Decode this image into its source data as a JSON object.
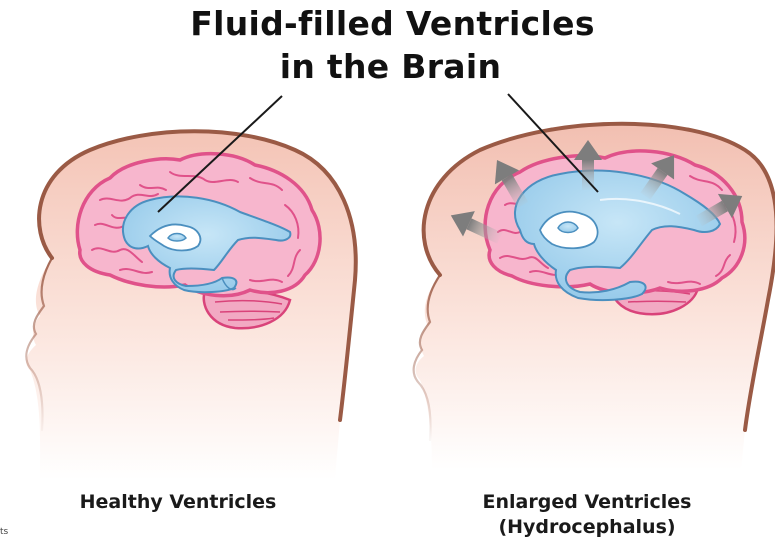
{
  "title_line1": "Fluid-filled Ventricles",
  "title_line2": "in the Brain",
  "caption_healthy": "Healthy Ventricles",
  "caption_enlarged_line1": "Enlarged Ventricles",
  "caption_enlarged_line2": "(Hydrocephalus)",
  "watermark_fragment": "ts",
  "colors": {
    "skin_outline": "#9a5a45",
    "skin_fill": "#f6cfc4",
    "brain_outline": "#e0528a",
    "brain_fill": "#f7b6cd",
    "ventricle_fill": "#a6d4ee",
    "ventricle_outline": "#4b8fbf",
    "arrow": "#8e8e8e",
    "text": "#111111"
  },
  "icons": [
    "expansion-arrow-icon"
  ]
}
